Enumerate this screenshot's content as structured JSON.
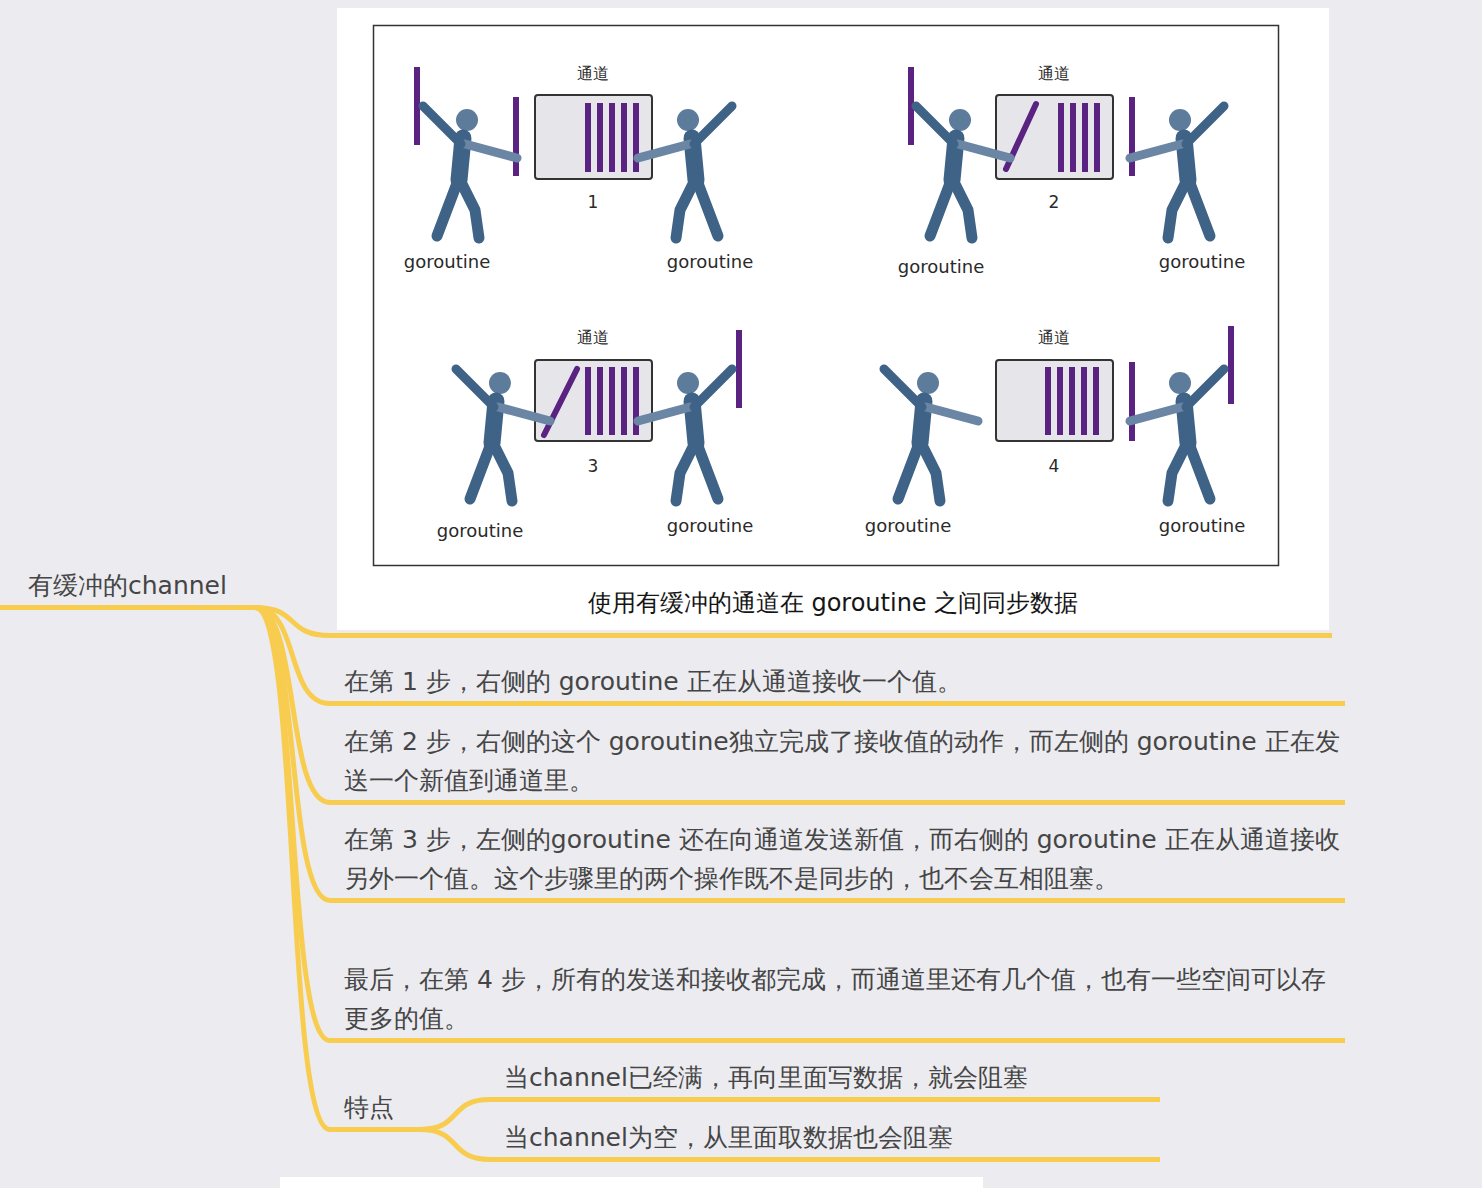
{
  "diagram": {
    "nodes": [
      {
        "text": [
          "有缓冲的channel"
        ]
      },
      {
        "text": [
          "使用有缓冲的通道在 goroutine 之间同步数据"
        ]
      },
      {
        "text": [
          "在第 1 步，右侧的 goroutine 正在从通道接收一个值。"
        ]
      },
      {
        "text": [
          "在第 2 步，右侧的这个 goroutine独立完成了接收值的动作，而左侧的 goroutine 正在发送一个新值到通道里。"
        ]
      },
      {
        "text": [
          "在第 3 步，左侧的goroutine 还在向通道发送新值，而右侧的 goroutine 正在从通道接收另外一个值。这个步骤里的两个操作既不是同步的，也不会互相阻塞。"
        ]
      },
      {
        "text": [
          "最后，在第 4 步，所有的发送和接收都完成，而通道里还有几个值，也有一些空间可以存更多的值。"
        ]
      },
      {
        "text": [
          "特点"
        ]
      },
      {
        "text": [
          "当channel已经满，再向里面写数据，就会阻塞"
        ]
      },
      {
        "text": [
          "当channel为空，从里面取数据也会阻塞"
        ]
      }
    ],
    "edges": [
      {
        "from": 0,
        "to": 1,
        "arrow": "none"
      },
      {
        "from": 0,
        "to": 2,
        "arrow": "none"
      },
      {
        "from": 0,
        "to": 3,
        "arrow": "none"
      },
      {
        "from": 0,
        "to": 4,
        "arrow": "none"
      },
      {
        "from": 0,
        "to": 5,
        "arrow": "none"
      },
      {
        "from": 0,
        "to": 6,
        "arrow": "none"
      },
      {
        "from": 6,
        "to": 7,
        "arrow": "none"
      },
      {
        "from": 6,
        "to": 8,
        "arrow": "none"
      }
    ],
    "labels": [
      "通道",
      "1",
      "goroutine",
      "goroutine",
      "通道",
      "2",
      "goroutine",
      "goroutine",
      "通道",
      "3",
      "goroutine",
      "goroutine",
      "通道",
      "4",
      "goroutine",
      "goroutine"
    ]
  }
}
